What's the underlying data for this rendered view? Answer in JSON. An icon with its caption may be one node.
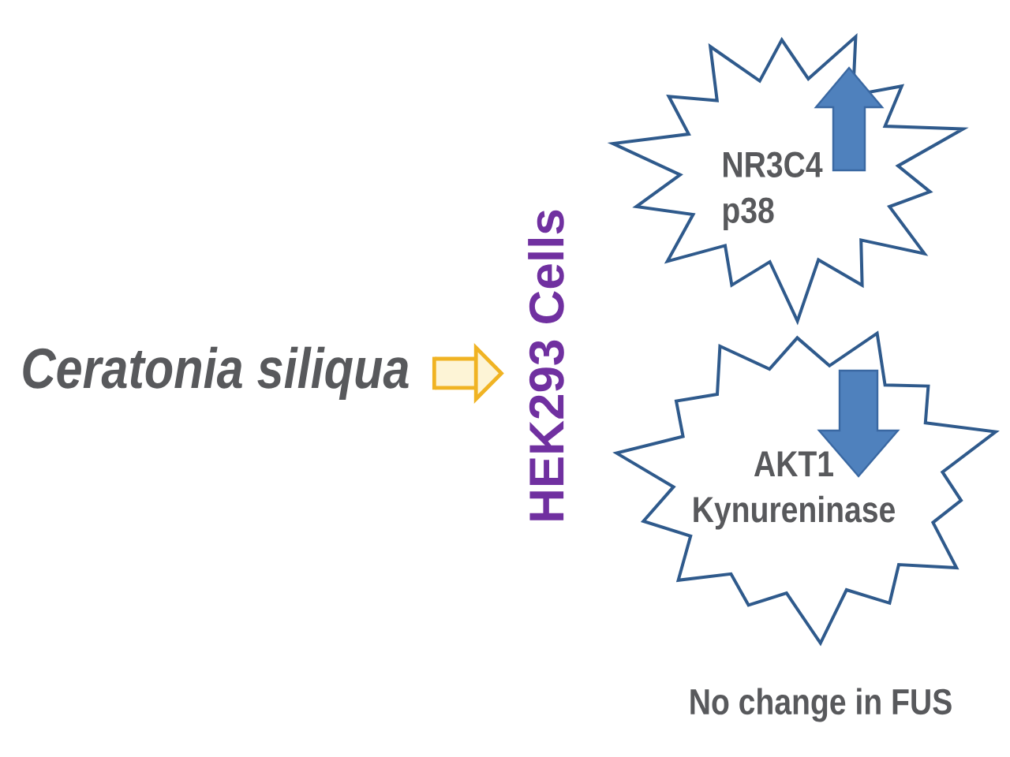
{
  "diagram": {
    "nodes": [
      {
        "text": [
          "Ceratonia siliqua"
        ]
      },
      {
        "text": [
          "HEK293 Cells"
        ]
      },
      {
        "text": [
          "NR3C4",
          "p38"
        ]
      },
      {
        "text": [
          "AKT1",
          "Kynureninase"
        ]
      }
    ],
    "edges": [
      {
        "from": 0,
        "to": 1,
        "arrow": "to",
        "color": "#f0b323"
      }
    ],
    "labels": [
      "No change in FUS"
    ]
  }
}
